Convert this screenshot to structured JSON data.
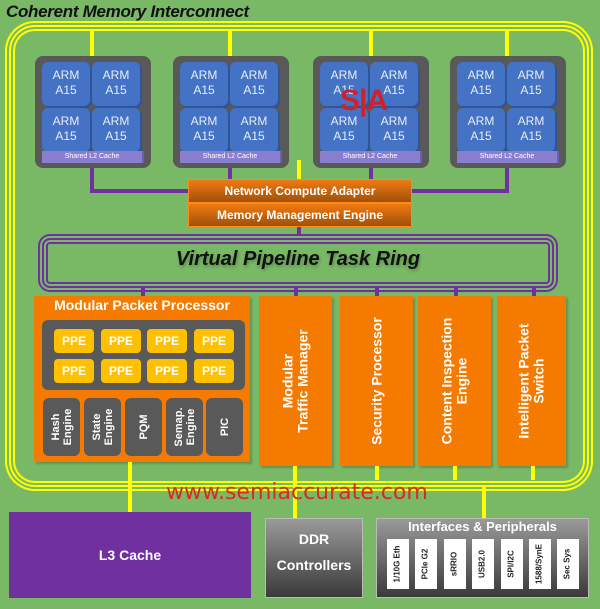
{
  "diagram": {
    "title": "Coherent Memory Interconnect",
    "cpu_clusters": [
      {
        "cores": [
          {
            "l1": "ARM",
            "l2": "A15"
          },
          {
            "l1": "ARM",
            "l2": "A15"
          },
          {
            "l1": "ARM",
            "l2": "A15"
          },
          {
            "l1": "ARM",
            "l2": "A15"
          }
        ],
        "cache": "Shared L2 Cache"
      },
      {
        "cores": [
          {
            "l1": "ARM",
            "l2": "A15"
          },
          {
            "l1": "ARM",
            "l2": "A15"
          },
          {
            "l1": "ARM",
            "l2": "A15"
          },
          {
            "l1": "ARM",
            "l2": "A15"
          }
        ],
        "cache": "Shared L2 Cache"
      },
      {
        "cores": [
          {
            "l1": "ARM",
            "l2": "A15"
          },
          {
            "l1": "ARM",
            "l2": "A15"
          },
          {
            "l1": "ARM",
            "l2": "A15"
          },
          {
            "l1": "ARM",
            "l2": "A15"
          }
        ],
        "cache": "Shared L2 Cache"
      },
      {
        "cores": [
          {
            "l1": "ARM",
            "l2": "A15"
          },
          {
            "l1": "ARM",
            "l2": "A15"
          },
          {
            "l1": "ARM",
            "l2": "A15"
          },
          {
            "l1": "ARM",
            "l2": "A15"
          }
        ],
        "cache": "Shared L2 Cache"
      }
    ],
    "watermark_logo": "S|A",
    "network_compute_adapter": "Network Compute Adapter",
    "memory_management_engine": "Memory Management Engine",
    "task_ring": "Virtual Pipeline Task Ring",
    "packet_processor": {
      "title": "Modular Packet Processor",
      "ppes": [
        "PPE",
        "PPE",
        "PPE",
        "PPE",
        "PPE",
        "PPE",
        "PPE",
        "PPE"
      ],
      "engines": [
        {
          "line1": "Hash",
          "line2": "Engine"
        },
        {
          "line1": "State",
          "line2": "Engine"
        },
        {
          "line1": "PQM",
          "line2": ""
        },
        {
          "line1": "Semap.",
          "line2": "Engine"
        },
        {
          "line1": "PIC",
          "line2": ""
        }
      ]
    },
    "accelerators": [
      {
        "line1": "Modular",
        "line2": "Traffic Manager"
      },
      {
        "line1": "Security Processor",
        "line2": ""
      },
      {
        "line1": "Content Inspection",
        "line2": "Engine"
      },
      {
        "line1": "Intelligent Packet",
        "line2": "Switch"
      }
    ],
    "watermark_url": "www.semiaccurate.com",
    "l3_cache": "L3 Cache",
    "ddr": {
      "line1": "DDR",
      "line2": "Controllers"
    },
    "interfaces": {
      "title": "Interfaces & Peripherals",
      "items": [
        "1/10G Eth",
        "PCIe G2",
        "sRRIO",
        "USB2.0",
        "SPI/I2C",
        "1588/SynE",
        "Sec Sys"
      ]
    },
    "colors": {
      "background": "#79b966",
      "interconnect": "#ffff00",
      "ring": "#7030a0",
      "orange": "#f47b00",
      "core_blue": "#4472c4",
      "ppe_yellow": "#ffc000",
      "l3_purple": "#7030a0",
      "watermark_red": "#d42a2a"
    }
  }
}
